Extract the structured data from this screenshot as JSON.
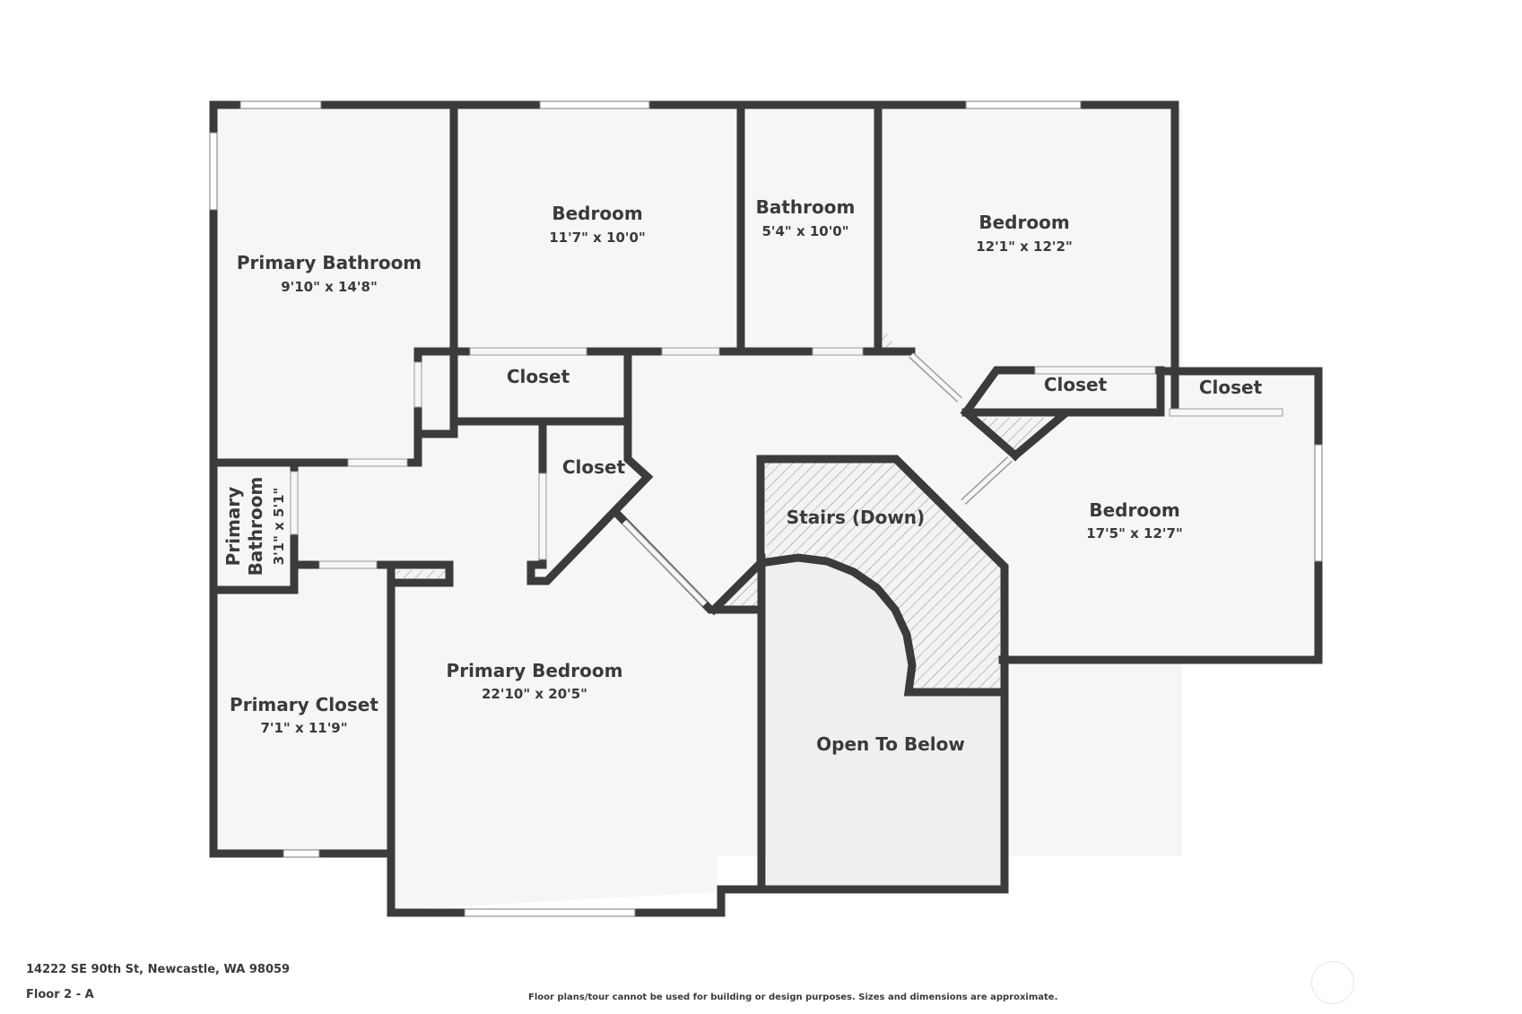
{
  "rooms": {
    "primary_bathroom": {
      "name": "Primary Bathroom",
      "dims": "9'10\" x 14'8\""
    },
    "bedroom_1": {
      "name": "Bedroom",
      "dims": "11'7\" x 10'0\""
    },
    "bathroom": {
      "name": "Bathroom",
      "dims": "5'4\" x 10'0\""
    },
    "bedroom_2": {
      "name": "Bedroom",
      "dims": "12'1\" x 12'2\""
    },
    "closet_1": {
      "name": "Closet"
    },
    "closet_2": {
      "name": "Closet"
    },
    "closet_3": {
      "name": "Closet"
    },
    "closet_4": {
      "name": "Closet"
    },
    "bedroom_3": {
      "name": "Bedroom",
      "dims": "17'5\" x 12'7\""
    },
    "stairs": {
      "name": "Stairs (Down)"
    },
    "primary_bathroom_small": {
      "name": "Primary Bathroom",
      "dims": "3'1\" x 5'1\""
    },
    "primary_closet": {
      "name": "Primary Closet",
      "dims": "7'1\" x 11'9\""
    },
    "primary_bedroom": {
      "name": "Primary Bedroom",
      "dims": "22'10\" x 20'5\""
    },
    "open_to_below": {
      "name": "Open To Below"
    }
  },
  "footer": {
    "address": "14222 SE 90th St, Newcastle, WA 98059",
    "floor": "Floor 2 - A",
    "disclaimer": "Floor plans/tour cannot be used for building or design purposes. Sizes and dimensions are approximate."
  },
  "colors": {
    "wall": "#3b3b3b",
    "floor": "#f6f6f6",
    "open_below": "#efefef",
    "text": "#3a3a3a"
  }
}
